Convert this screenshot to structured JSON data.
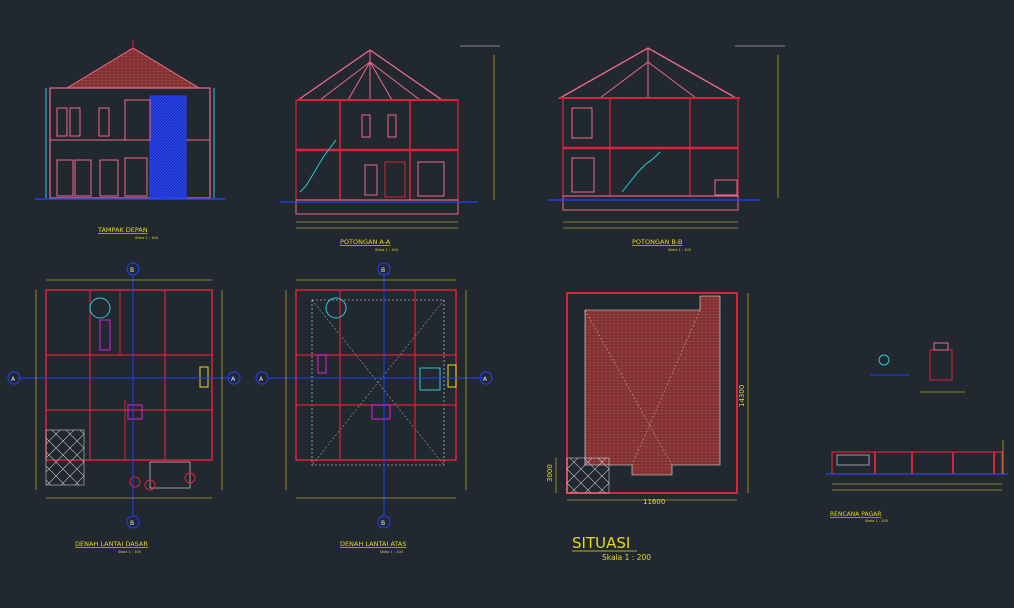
{
  "views": {
    "tampak_depan": {
      "title": "TAMPAK DEPAN",
      "scale": "Skala 1 : 100"
    },
    "potongan_aa": {
      "title": "POTONGAN A-A",
      "scale": "Skala 1 : 100"
    },
    "potongan_bb": {
      "title": "POTONGAN B-B",
      "scale": "Skala 1 : 100"
    },
    "denah_lantai_dasar": {
      "title": "DENAH LANTAI DASAR",
      "scale": "Skala 1 : 100"
    },
    "denah_lantai_atas": {
      "title": "DENAH LANTAI ATAS",
      "scale": "Skala 1 : 100"
    },
    "situasi": {
      "title": "SITUASI",
      "scale": "Skala 1 : 200"
    },
    "rencana_pagar": {
      "title": "RENCANA PAGAR",
      "scale": "Skala 1 : 100"
    }
  },
  "situasi_dims": {
    "width": "11600",
    "depth": "14300",
    "setback": "3000"
  },
  "section_markers": {
    "a": "A",
    "b": "B"
  },
  "colors": {
    "background": "#212830",
    "wall_red": "#e0203a",
    "wall_pink": "#f06a8a",
    "dim_yellow": "#e6d820",
    "roof_brown": "#8a3a3a",
    "blue": "#2040ff",
    "cyan": "#30c8d8",
    "magenta": "#e020e0",
    "white": "#e8e8e8",
    "green": "#30c040"
  }
}
